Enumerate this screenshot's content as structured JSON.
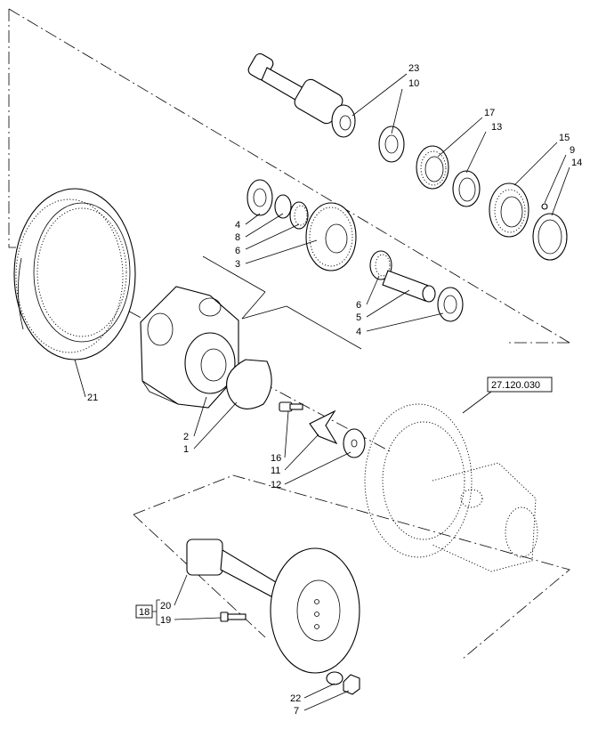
{
  "callouts": {
    "c1": "1",
    "c2": "2",
    "c3": "3",
    "c4a": "4",
    "c4b": "4",
    "c5": "5",
    "c6a": "6",
    "c6b": "6",
    "c7": "7",
    "c8": "8",
    "c9": "9",
    "c10": "10",
    "c11": "11",
    "c12": "12",
    "c13": "13",
    "c14": "14",
    "c15": "15",
    "c16": "16",
    "c17": "17",
    "c18": "18",
    "c19": "19",
    "c20": "20",
    "c21": "21",
    "c22": "22",
    "c23": "23"
  },
  "reference": {
    "section": "27.120.030"
  }
}
